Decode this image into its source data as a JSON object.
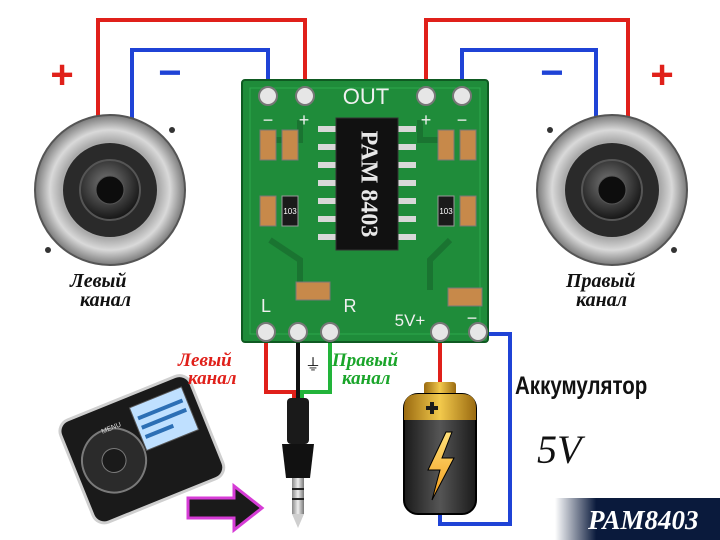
{
  "chip": {
    "label": "PAM 8403"
  },
  "board": {
    "out_label": "OUT",
    "left_input_pin": "L",
    "right_input_pin": "R",
    "supply_label": "5V+",
    "minus_sign": "−",
    "plus_sign": "+",
    "resistor_code": "103",
    "ground_symbol": "⏚"
  },
  "speakers": {
    "left": {
      "label_line1": "Левый",
      "label_line2": "канал",
      "plus": "+",
      "minus": "−"
    },
    "right": {
      "label_line1": "Правый",
      "label_line2": "канал",
      "plus": "+",
      "minus": "−"
    }
  },
  "inputs": {
    "left": {
      "label_line1": "Левый",
      "label_line2": "канал"
    },
    "right": {
      "label_line1": "Правый",
      "label_line2": "канал"
    }
  },
  "player": {
    "menu_label": "MENU"
  },
  "battery": {
    "title": "Аккумулятор",
    "voltage": "5V"
  },
  "brand": "PAM8403",
  "colors": {
    "positive_wire": "#e0201a",
    "negative_wire": "#1f43d6",
    "right_input_wire": "#22b43a",
    "ground_wire": "#111111",
    "board": "#1f8c3a",
    "brand_bg": "#0a1a3c"
  }
}
